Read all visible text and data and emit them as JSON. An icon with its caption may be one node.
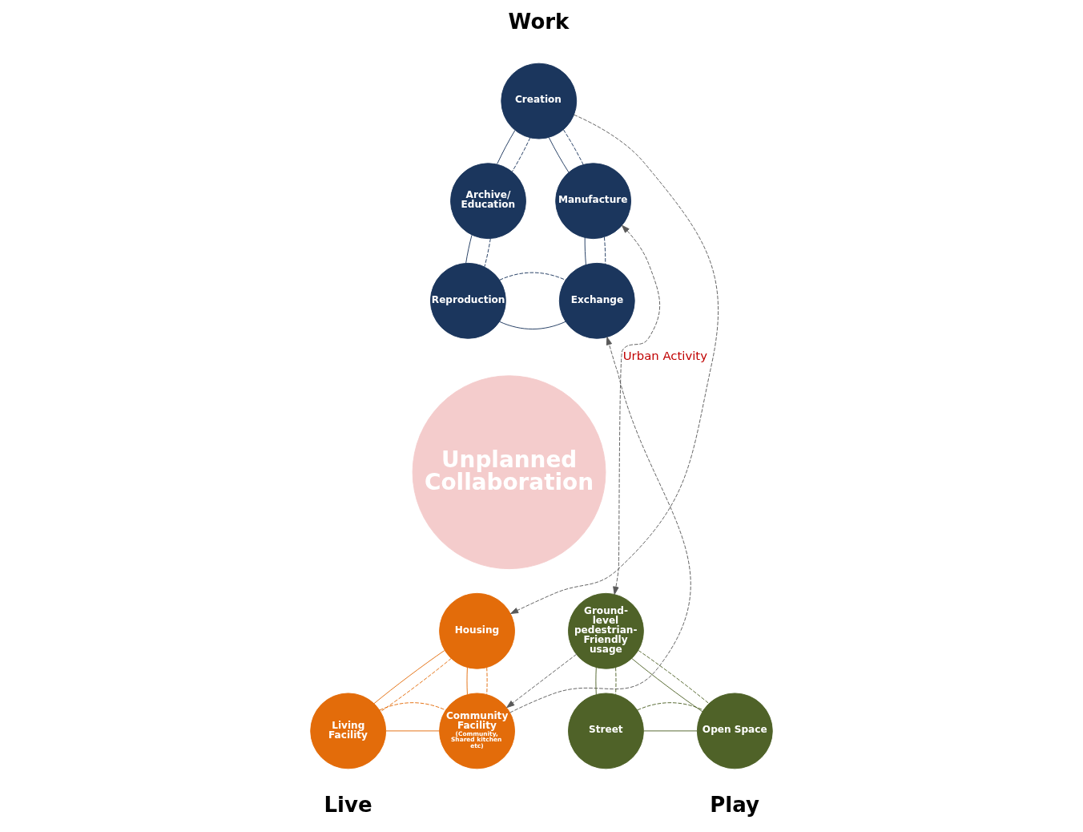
{
  "diagram": {
    "nodes": [
      {
        "text": [
          "Creation"
        ]
      },
      {
        "text": [
          "Archive/ Education"
        ]
      },
      {
        "text": [
          "Manufacture"
        ]
      },
      {
        "text": [
          "Reproduction"
        ]
      },
      {
        "text": [
          "Exchange"
        ]
      },
      {
        "text": [
          "Housing"
        ]
      },
      {
        "text": [
          "Living Facility"
        ]
      },
      {
        "text": [
          "Community Facility",
          "(Community, Shared kitchen etc)"
        ]
      },
      {
        "text": [
          "Ground-level pedestrian-Friendly usage"
        ]
      },
      {
        "text": [
          "Street"
        ]
      },
      {
        "text": [
          "Open Space"
        ]
      },
      {
        "text": [
          "Unplanned Collaboration"
        ]
      }
    ],
    "edges": [
      {
        "from": 0,
        "to": 1,
        "arrow": "none",
        "color": "#1b365d"
      },
      {
        "from": 0,
        "to": 1,
        "arrow": "none",
        "style": "dashed",
        "color": "#1b365d"
      },
      {
        "from": 0,
        "to": 2,
        "arrow": "none",
        "color": "#1b365d"
      },
      {
        "from": 0,
        "to": 2,
        "arrow": "none",
        "style": "dashed",
        "color": "#1b365d"
      },
      {
        "from": 1,
        "to": 3,
        "arrow": "none",
        "color": "#1b365d"
      },
      {
        "from": 1,
        "to": 3,
        "arrow": "none",
        "style": "dashed",
        "color": "#1b365d"
      },
      {
        "from": 2,
        "to": 4,
        "arrow": "none",
        "color": "#1b365d"
      },
      {
        "from": 2,
        "to": 4,
        "arrow": "none",
        "style": "dashed",
        "color": "#1b365d"
      },
      {
        "from": 3,
        "to": 4,
        "arrow": "none",
        "color": "#1b365d"
      },
      {
        "from": 3,
        "to": 4,
        "arrow": "none",
        "style": "dashed",
        "color": "#1b365d"
      },
      {
        "from": 5,
        "to": 6,
        "arrow": "none",
        "color": "#e36c0a"
      },
      {
        "from": 5,
        "to": 6,
        "arrow": "none",
        "style": "dashed",
        "color": "#e36c0a"
      },
      {
        "from": 5,
        "to": 7,
        "arrow": "none",
        "color": "#e36c0a"
      },
      {
        "from": 5,
        "to": 7,
        "arrow": "none",
        "style": "dashed",
        "color": "#e36c0a"
      },
      {
        "from": 6,
        "to": 7,
        "arrow": "none",
        "color": "#e36c0a"
      },
      {
        "from": 6,
        "to": 7,
        "arrow": "none",
        "style": "dashed",
        "color": "#e36c0a"
      },
      {
        "from": 8,
        "to": 9,
        "arrow": "none",
        "color": "#4f6228"
      },
      {
        "from": 8,
        "to": 9,
        "arrow": "none",
        "style": "dashed",
        "color": "#4f6228"
      },
      {
        "from": 8,
        "to": 10,
        "arrow": "none",
        "color": "#4f6228"
      },
      {
        "from": 8,
        "to": 10,
        "arrow": "none",
        "style": "dashed",
        "color": "#4f6228"
      },
      {
        "from": 9,
        "to": 10,
        "arrow": "none",
        "color": "#4f6228"
      },
      {
        "from": 9,
        "to": 10,
        "arrow": "none",
        "style": "dashed",
        "color": "#4f6228"
      },
      {
        "from": 0,
        "to": 5,
        "arrow": "to",
        "style": "dashed",
        "color": "#595959"
      },
      {
        "from": 2,
        "to": 8,
        "arrow": "both",
        "style": "dashed",
        "color": "#595959",
        "label": "Urban Activity"
      },
      {
        "from": 8,
        "to": 7,
        "arrow": "to",
        "style": "dashed",
        "color": "#595959"
      },
      {
        "from": 7,
        "to": 4,
        "arrow": "to",
        "style": "dashed",
        "color": "#595959"
      }
    ],
    "labels": [
      "Work",
      "Live",
      "Play"
    ]
  }
}
